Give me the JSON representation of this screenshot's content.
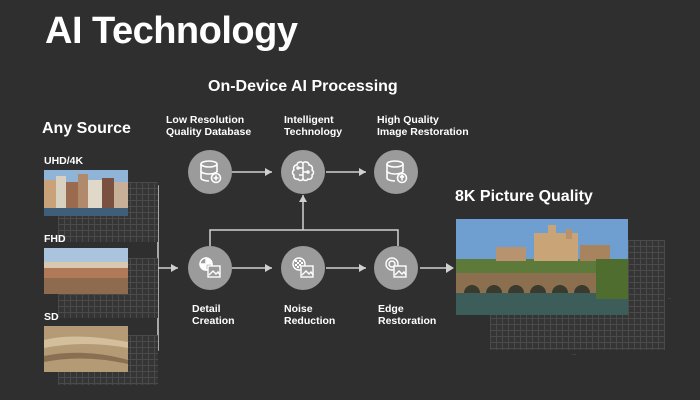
{
  "title": "AI Technology",
  "processing_title": "On-Device AI Processing",
  "source_title": "Any Source",
  "output_title": "8K Picture Quality",
  "sources": {
    "uhd": "UHD/4K",
    "fhd": "FHD",
    "sd": "SD"
  },
  "top_nodes": {
    "database": "Low Resolution\nQuality Database",
    "intelligent": "Intelligent\nTechnology",
    "restoration": "High Quality\nImage Restoration"
  },
  "bottom_nodes": {
    "detail": "Detail\nCreation",
    "noise": "Noise\nReduction",
    "edge": "Edge\nRestoration"
  },
  "icons": {
    "database": "database-plus-icon",
    "brain": "brain-icon",
    "restore": "database-upload-icon",
    "detail": "detail-image-icon",
    "noise": "noise-image-icon",
    "edge": "edge-image-icon"
  },
  "colors": {
    "background": "#2f2f2f",
    "node": "#9b9b9b",
    "line": "#d0d0d0"
  }
}
